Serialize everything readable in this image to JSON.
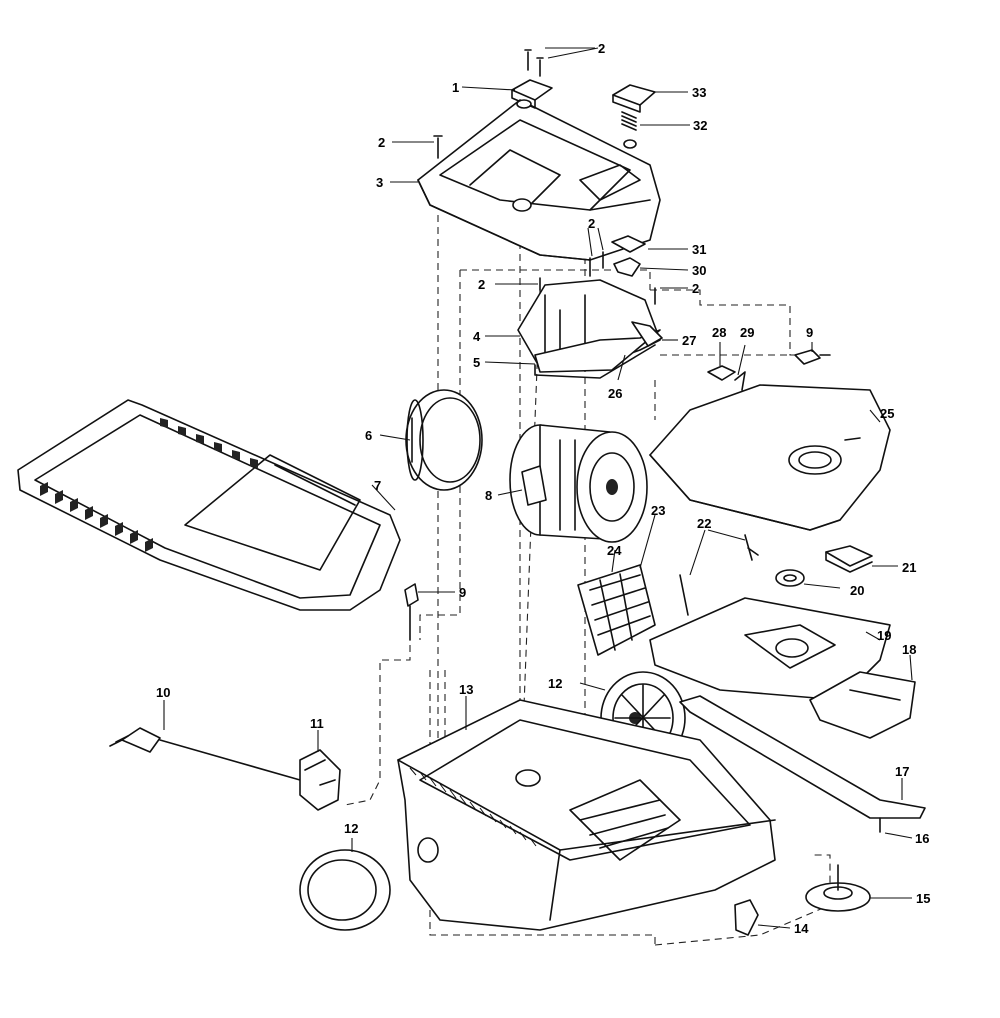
{
  "diagram": {
    "callouts": [
      "1",
      "2",
      "3",
      "4",
      "5",
      "6",
      "7",
      "8",
      "9",
      "10",
      "11",
      "12",
      "13",
      "14",
      "15",
      "16",
      "17",
      "18",
      "19",
      "20",
      "21",
      "22",
      "23",
      "24",
      "25",
      "26",
      "27",
      "28",
      "29",
      "30",
      "31",
      "32",
      "33"
    ]
  }
}
